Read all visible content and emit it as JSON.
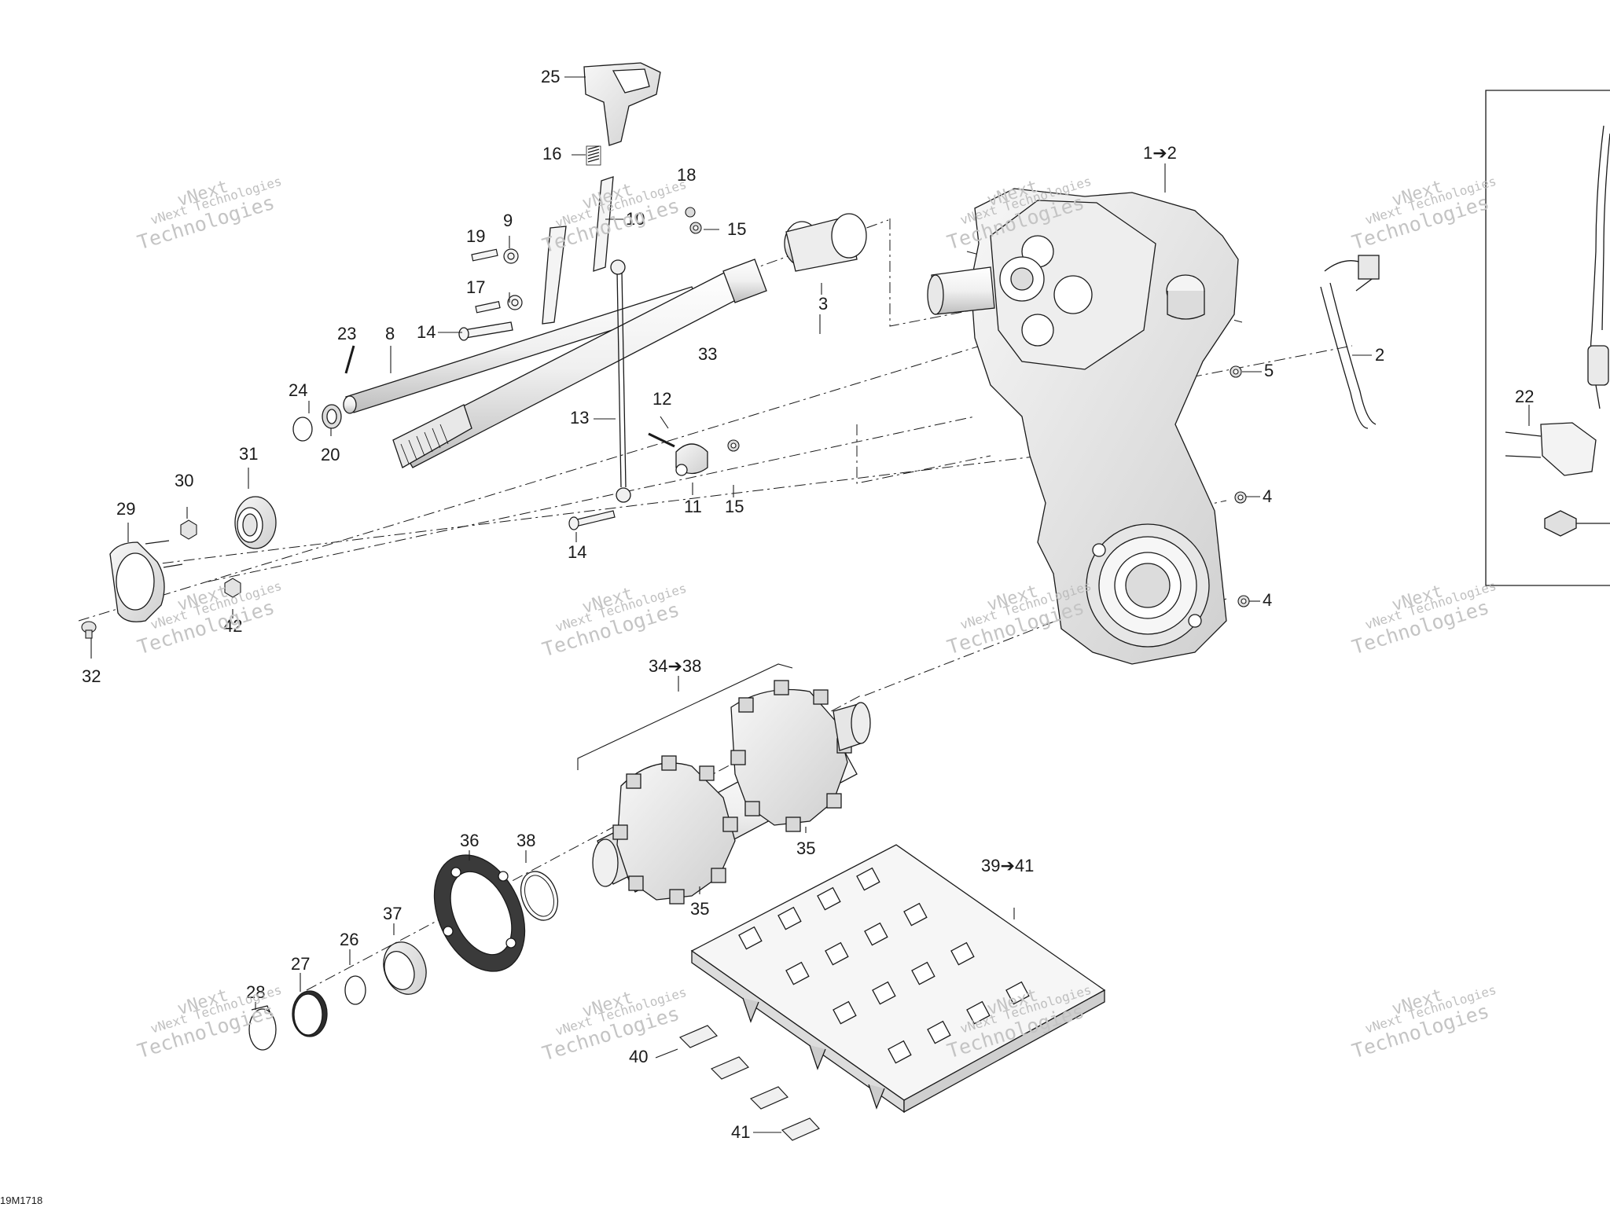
{
  "diagram": {
    "code": "19M1718",
    "callouts": [
      {
        "id": "c25",
        "text": "25"
      },
      {
        "id": "c16",
        "text": "16"
      },
      {
        "id": "c18",
        "text": "18"
      },
      {
        "id": "c10",
        "text": "10"
      },
      {
        "id": "c15a",
        "text": "15"
      },
      {
        "id": "c9",
        "text": "9"
      },
      {
        "id": "c19",
        "text": "19"
      },
      {
        "id": "c17",
        "text": "17"
      },
      {
        "id": "c14a",
        "text": "14"
      },
      {
        "id": "c23",
        "text": "23"
      },
      {
        "id": "c8",
        "text": "8"
      },
      {
        "id": "c3",
        "text": "3"
      },
      {
        "id": "c33",
        "text": "33"
      },
      {
        "id": "c24",
        "text": "24"
      },
      {
        "id": "c20",
        "text": "20"
      },
      {
        "id": "c12",
        "text": "12"
      },
      {
        "id": "c13",
        "text": "13"
      },
      {
        "id": "c11",
        "text": "11"
      },
      {
        "id": "c15b",
        "text": "15"
      },
      {
        "id": "c31",
        "text": "31"
      },
      {
        "id": "c30",
        "text": "30"
      },
      {
        "id": "c29",
        "text": "29"
      },
      {
        "id": "c42",
        "text": "42"
      },
      {
        "id": "c32",
        "text": "32"
      },
      {
        "id": "c14b",
        "text": "14"
      },
      {
        "id": "c1_2",
        "text": "1➔2"
      },
      {
        "id": "c2",
        "text": "2"
      },
      {
        "id": "c5",
        "text": "5"
      },
      {
        "id": "c4a",
        "text": "4"
      },
      {
        "id": "c4b",
        "text": "4"
      },
      {
        "id": "c22",
        "text": "22"
      },
      {
        "id": "c34_38",
        "text": "34➔38"
      },
      {
        "id": "c35a",
        "text": "35"
      },
      {
        "id": "c35b",
        "text": "35"
      },
      {
        "id": "c36",
        "text": "36"
      },
      {
        "id": "c38",
        "text": "38"
      },
      {
        "id": "c37",
        "text": "37"
      },
      {
        "id": "c26",
        "text": "26"
      },
      {
        "id": "c27",
        "text": "27"
      },
      {
        "id": "c28",
        "text": "28"
      },
      {
        "id": "c39_41",
        "text": "39➔41"
      },
      {
        "id": "c40",
        "text": "40"
      },
      {
        "id": "c41",
        "text": "41"
      }
    ]
  },
  "watermark": {
    "top_line": "vNext",
    "line1": "vNext Technologies",
    "line2": "Technologies",
    "color": "#bdbdbd"
  },
  "colors": {
    "line": "#1a1a1a",
    "part_fill": "#f2f2f2",
    "part_shade": "#cfcfcf"
  }
}
